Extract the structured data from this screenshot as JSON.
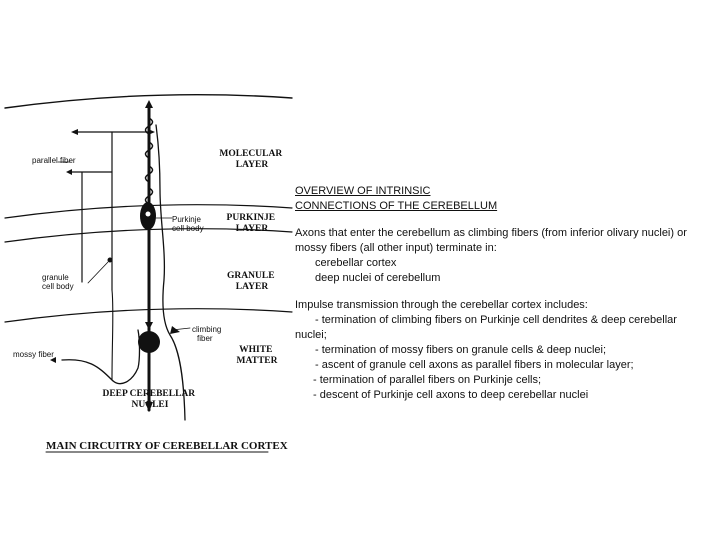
{
  "diagram": {
    "layer_labels": {
      "molecular": [
        "MOLECULAR",
        "LAYER"
      ],
      "purkinje": [
        "PURKINJE",
        "LAYER"
      ],
      "granule": [
        "GRANULE",
        "LAYER"
      ],
      "white_matter": [
        "WHITE",
        "MATTER"
      ]
    },
    "structure_labels": {
      "parallel_fiber": "parallel fiber",
      "purkinje_cell_body": [
        "Purkinje",
        "cell body"
      ],
      "granule_cell_body": [
        "granule",
        "cell body"
      ],
      "climbing_fiber": [
        "climbing",
        "fiber"
      ],
      "mossy_fiber": "mossy fiber",
      "deep_nuclei": [
        "DEEP CEREBELLAR",
        "NUCLEI"
      ]
    },
    "caption": "MAIN CIRCUITRY OF CEREBELLAR CORTEX"
  },
  "notes": {
    "title_lines": [
      "OVERVIEW OF INTRINSIC",
      "CONNECTIONS OF THE CEREBELLUM"
    ],
    "para1_lines": [
      "Axons that enter the cerebellum as climbing fibers (from inferior olivary nuclei) or",
      "mossy fibers (all other input) terminate in:"
    ],
    "para1_items": [
      "cerebellar cortex",
      "deep nuclei of cerebellum"
    ],
    "para2_intro": "Impulse transmission through the cerebellar cortex includes:",
    "para2_items": [
      "- termination of climbing fibers on Purkinje cell dendrites & deep cerebellar",
      "nuclei;",
      "- termination of mossy fibers on granule cells & deep nuclei;",
      "- ascent of granule cell axons as parallel fibers in molecular layer;",
      "- termination of parallel fibers on Purkinje cells;",
      "- descent of Purkinje cell axons to deep cerebellar nuclei"
    ]
  }
}
